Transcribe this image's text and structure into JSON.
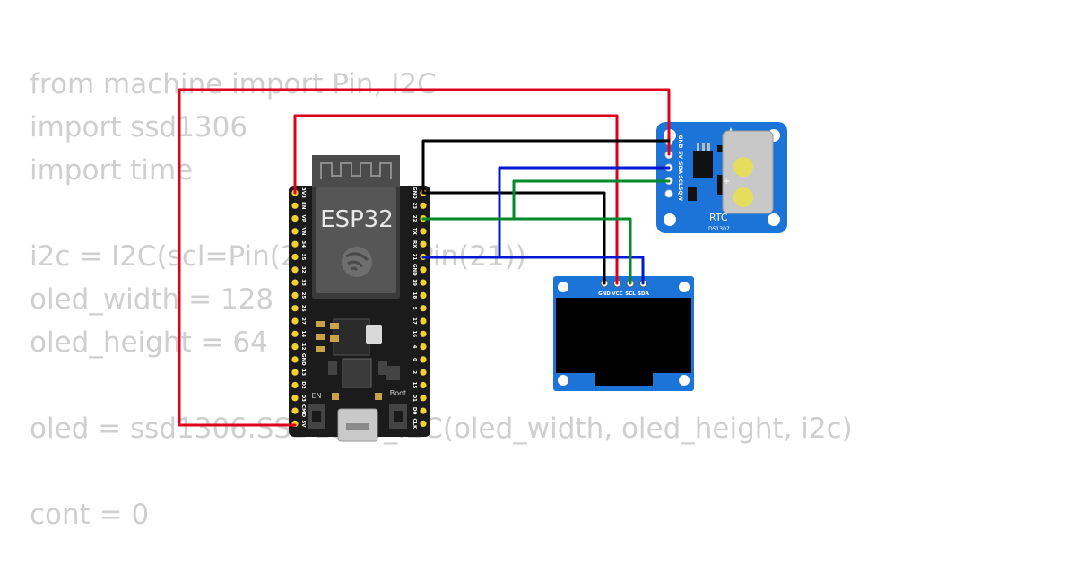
{
  "code_lines": [
    "from machine import Pin, I2C",
    "import ssd1306",
    "import time",
    "",
    "i2c = I2C(scl=Pin(22), sda=Pin(21))",
    "oled_width = 128",
    "oled_height = 64",
    "",
    "oled = ssd1306.SSD1306_I2C(oled_width, oled_height, i2c)",
    "",
    "cont = 0"
  ],
  "esp32": {
    "chip_label": "ESP32",
    "en_label": "EN",
    "boot_label": "Boot",
    "left_pins": [
      "3V3",
      "EN",
      "VP",
      "VN",
      "34",
      "35",
      "32",
      "33",
      "25",
      "26",
      "27",
      "14",
      "12",
      "GND",
      "13",
      "D2",
      "D3",
      "CMD",
      "5V"
    ],
    "right_pins": [
      "GND",
      "23",
      "22",
      "TX",
      "RX",
      "21",
      "GND",
      "19",
      "18",
      "5",
      "17",
      "16",
      "4",
      "0",
      "2",
      "15",
      "D1",
      "D0",
      "CLK"
    ]
  },
  "rtc": {
    "title": "RTC",
    "model": "DS1307",
    "pins": [
      "GND",
      "5V",
      "SDA",
      "SCL",
      "SQW"
    ]
  },
  "oled": {
    "pins": [
      "GND",
      "VCC",
      "SCL",
      "SDA"
    ]
  },
  "wire_colors": {
    "power": "#e0001b",
    "ground": "#000000",
    "sda": "#0018d0",
    "scl": "#008a2a"
  }
}
